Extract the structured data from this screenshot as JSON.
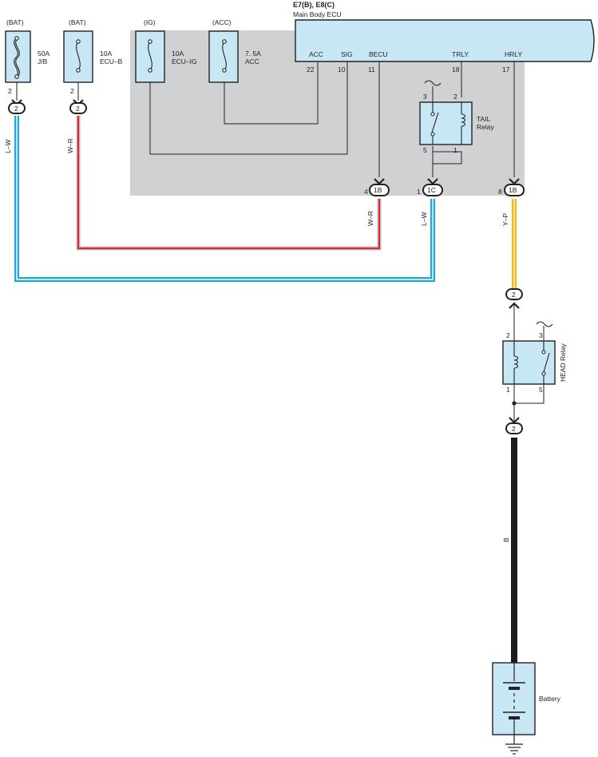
{
  "colors": {
    "panel_gray": "#d0d1d3",
    "component_blue": "#c8e7f5",
    "wire_LW": "#1ea7df",
    "wire_WR_red": "#e0242e",
    "wire_YP": "#f5b80e",
    "wire_B": "#1a1a1a",
    "outline": "#222222"
  },
  "ecu": {
    "title": "E7(B), E8(C)",
    "subtitle": "Main Body ECU",
    "pins": [
      {
        "name": "ACC",
        "number": "22"
      },
      {
        "name": "SIG",
        "number": "10"
      },
      {
        "name": "BECU",
        "number": "11"
      },
      {
        "name": "TRLY",
        "number": "18"
      },
      {
        "name": "HRLY",
        "number": "17"
      }
    ]
  },
  "fuses": [
    {
      "source": "(BAT)",
      "rating": "50A",
      "name": "J/B",
      "pin": "2",
      "connector": "2",
      "wire": "L–W",
      "icon": "fusible-link-icon"
    },
    {
      "source": "(BAT)",
      "rating": "10A",
      "name": "ECU–B",
      "pin": "2",
      "connector": "2",
      "wire": "W–R",
      "icon": "fuse-icon"
    },
    {
      "source": "(IG)",
      "rating": "10A",
      "name": "ECU–IG",
      "icon": "fuse-icon"
    },
    {
      "source": "(ACC)",
      "rating": "7. 5A",
      "name": "ACC",
      "icon": "fuse-icon"
    }
  ],
  "tail_relay": {
    "label_line1": "TAIL",
    "label_line2": "Relay",
    "pins": {
      "p3": "3",
      "p2": "2",
      "p5": "5",
      "p1": "1"
    }
  },
  "head_relay": {
    "label": "HEAD Relay",
    "pins": {
      "p2": "2",
      "p3": "3",
      "p1": "1",
      "p5": "5"
    }
  },
  "junction_connectors": [
    {
      "pin": "4",
      "label": "1B",
      "wire": "W–R"
    },
    {
      "pin": "1",
      "label": "1C",
      "wire": "L–W"
    },
    {
      "pin": "8",
      "label": "1B",
      "wire": "Y–P"
    }
  ],
  "head_connectors": {
    "top": "2",
    "bottom": "2"
  },
  "battery": {
    "label": "Battery",
    "wire": "B"
  }
}
